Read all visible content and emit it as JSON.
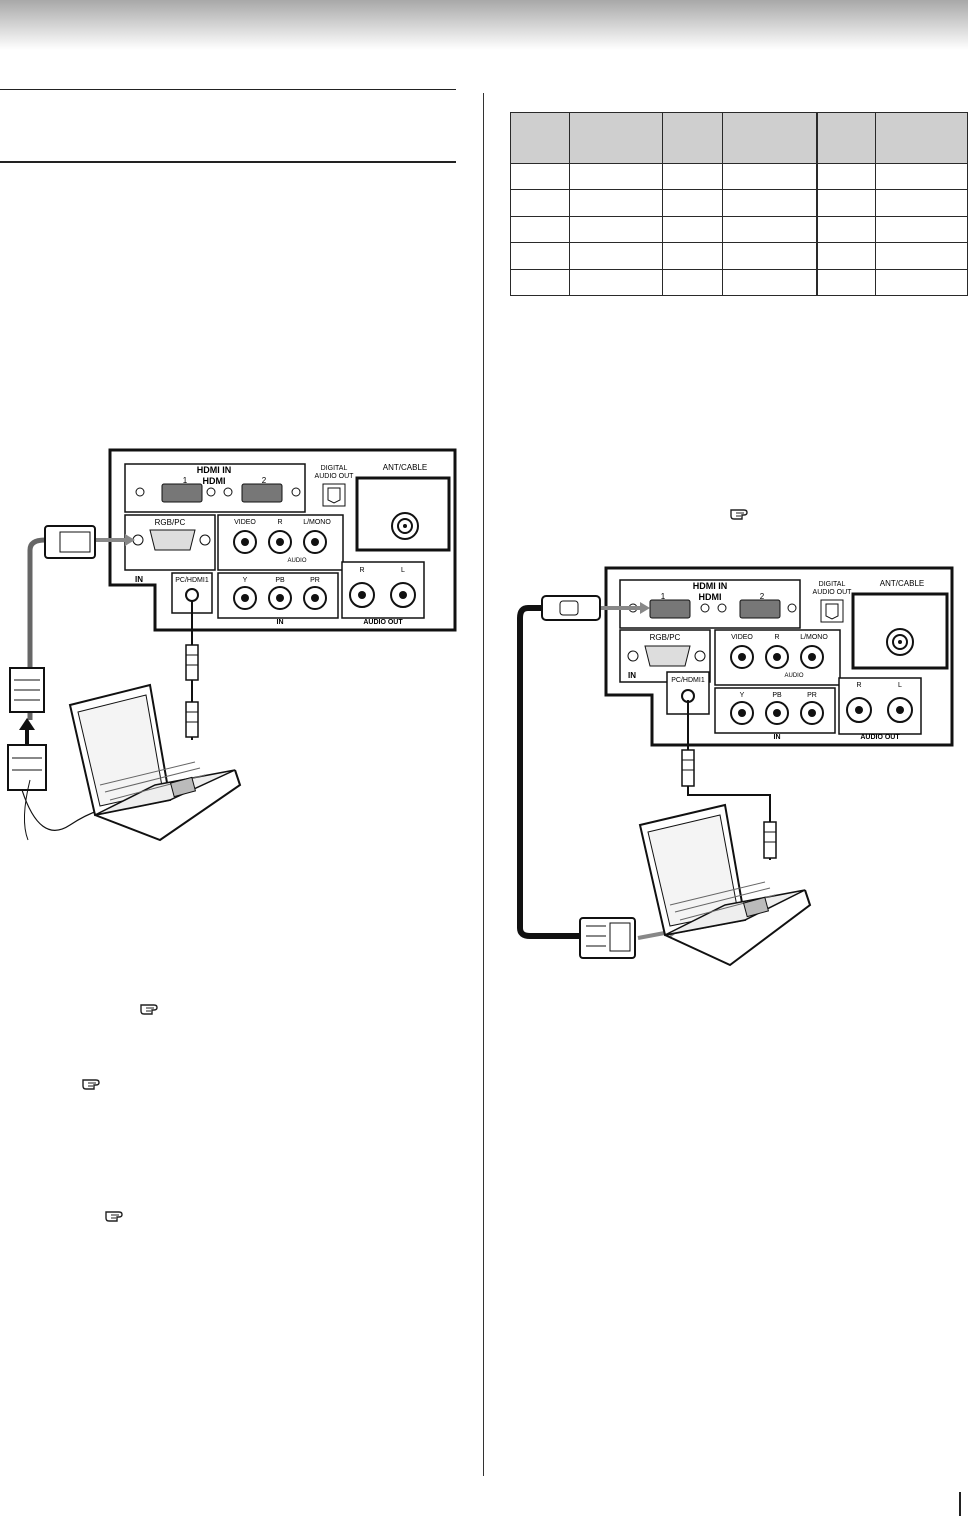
{
  "tv_panel": {
    "hdmi_in": "HDMI IN",
    "hdmi_logo": "HDMI",
    "hdmi_1": "1",
    "hdmi_2": "2",
    "digital_audio_out_1": "DIGITAL",
    "digital_audio_out_2": "AUDIO OUT",
    "ant_cable": "ANT/CABLE",
    "rgb_pc": "RGB/PC",
    "in": "IN",
    "video": "VIDEO",
    "r": "R",
    "l_mono": "L/MONO",
    "audio": "AUDIO",
    "pc_hdmi1": "PC/HDMI1",
    "y": "Y",
    "pb": "PB",
    "pr": "PR",
    "l": "L",
    "audio_out": "AUDIO OUT"
  },
  "icons": [
    "pointing-hand-icon"
  ],
  "colors": {
    "header_gradient_top": "#a8a8a8",
    "table_header": "#cfcfcf"
  }
}
